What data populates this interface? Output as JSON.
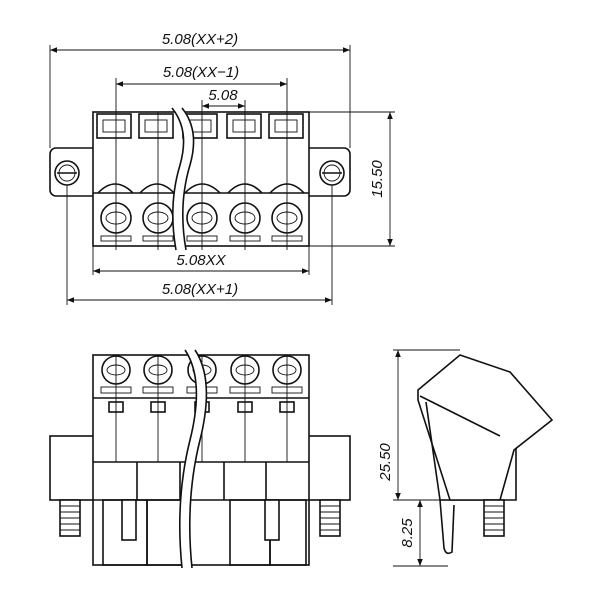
{
  "dimensions": {
    "top_overall": "5.08(XX+2)",
    "top_inner": "5.08(XX−1)",
    "top_pitch": "5.08",
    "top_height": "15.50",
    "top_bottom_inner": "5.08XX",
    "top_bottom_outer": "5.08(XX+1)",
    "side_height": "25.50",
    "side_pin": "8.25"
  }
}
